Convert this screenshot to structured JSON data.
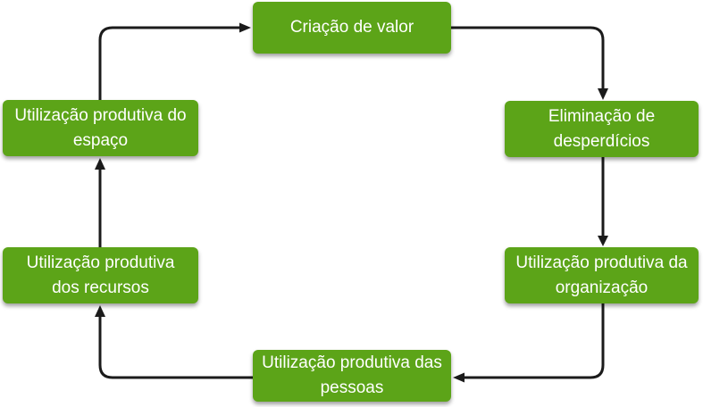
{
  "theme": {
    "bg_color": "#ffffff",
    "node_color": "#5ca418",
    "node_text_color": "#ffffff",
    "arrow_color": "#1b1b1b"
  },
  "diagram": {
    "type": "cycle-flowchart",
    "nodes": [
      {
        "id": "criacao",
        "label": "Criação de valor",
        "position": "top"
      },
      {
        "id": "eliminacao",
        "label": "Eliminação de desperdícios",
        "position": "right-top"
      },
      {
        "id": "organizacao",
        "label": "Utilização produtiva da organização",
        "position": "right-bottom"
      },
      {
        "id": "pessoas",
        "label": "Utilização produtiva das pessoas",
        "position": "bottom"
      },
      {
        "id": "recursos",
        "label": "Utilização produtiva dos recursos",
        "position": "left-bottom"
      },
      {
        "id": "espaco",
        "label": "Utilização produtiva do espaço",
        "position": "left-top"
      }
    ],
    "edges": [
      {
        "from": "criacao",
        "to": "eliminacao"
      },
      {
        "from": "eliminacao",
        "to": "organizacao"
      },
      {
        "from": "organizacao",
        "to": "pessoas"
      },
      {
        "from": "pessoas",
        "to": "recursos"
      },
      {
        "from": "recursos",
        "to": "espaco"
      },
      {
        "from": "espaco",
        "to": "criacao"
      }
    ]
  }
}
